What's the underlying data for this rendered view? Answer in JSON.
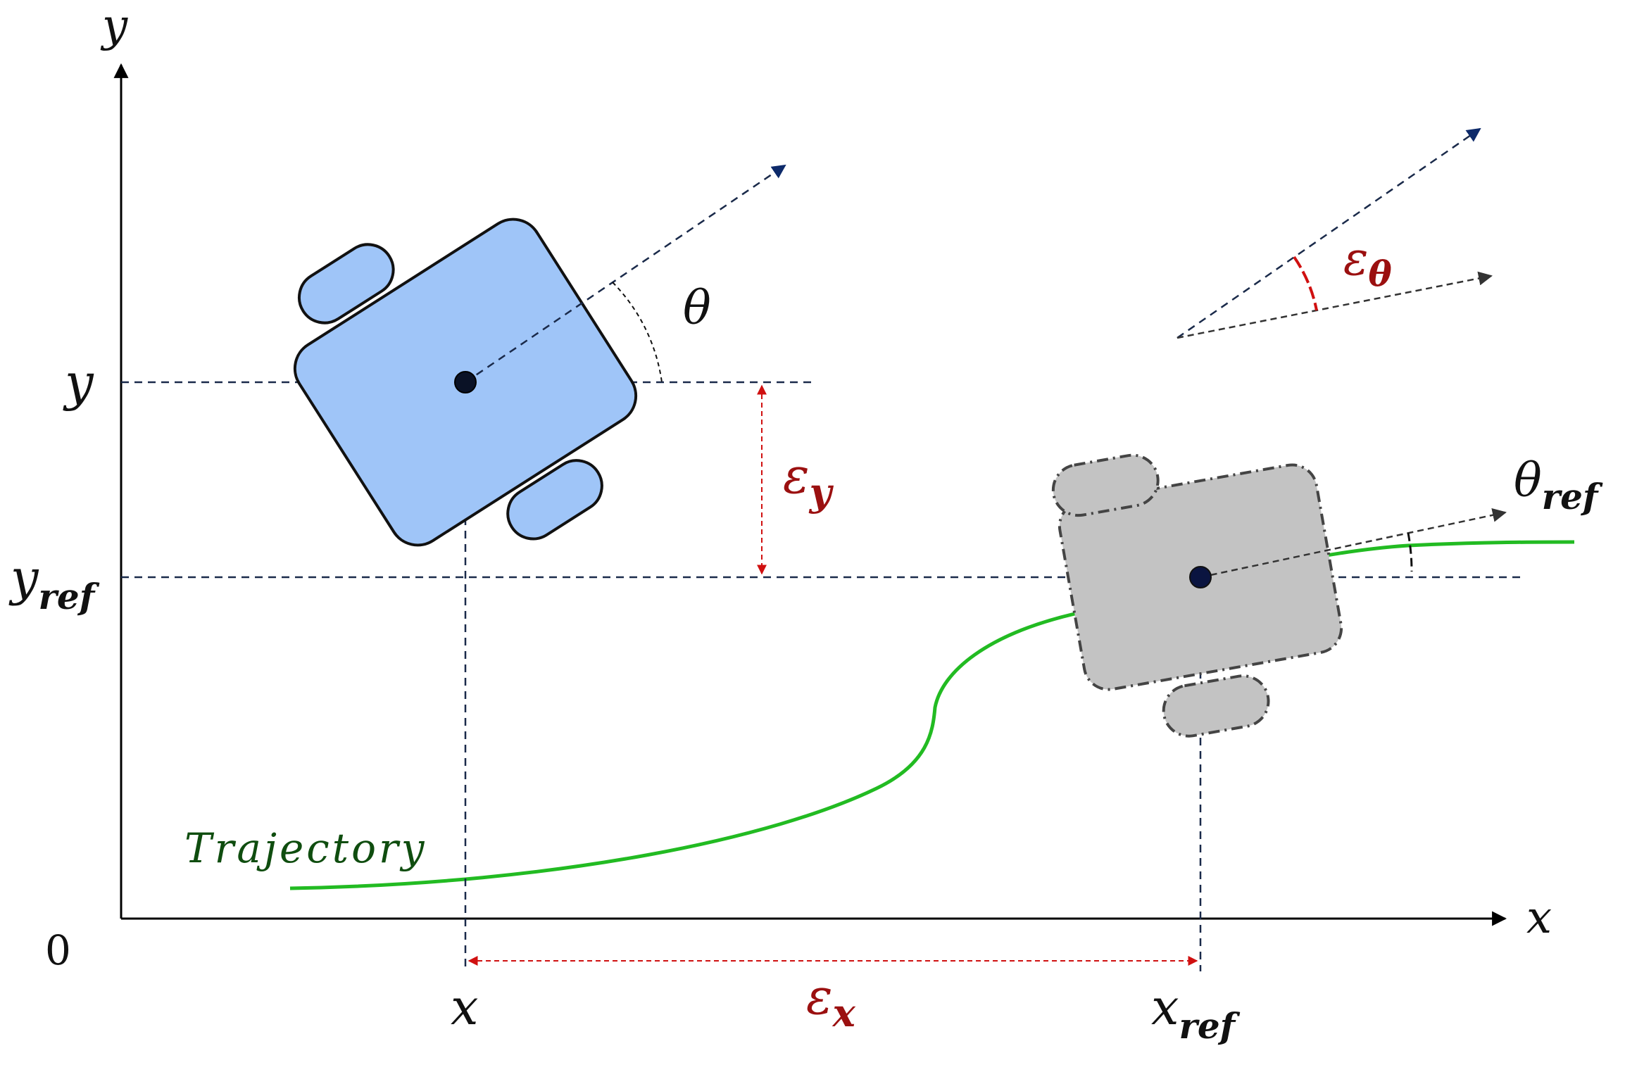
{
  "labels": {
    "axis_y": "y",
    "axis_x": "x",
    "origin": "0",
    "y_robot": "y",
    "y_ref_base": "y",
    "y_ref_sub": "ref",
    "x_robot": "x",
    "x_ref_base": "x",
    "x_ref_sub": "ref",
    "theta": "θ",
    "theta_ref_base": "θ",
    "theta_ref_sub": "ref",
    "eps_x_base": "ε",
    "eps_x_sub": "x",
    "eps_y_base": "ε",
    "eps_y_sub": "y",
    "eps_theta_base": "ε",
    "eps_theta_sub": "θ",
    "trajectory": "Trajectory"
  },
  "colors": {
    "axis": "#000000",
    "dashed": "#1a2a4a",
    "error": "#d01010",
    "error_text": "#9b1010",
    "trajectory": "#22bb22",
    "trajectory_text": "#0f4d0f",
    "robot_fill": "#9fc5f8",
    "robot_stroke": "#111111",
    "ref_fill": "#c3c3c3",
    "ref_stroke": "#444444",
    "heading_arrow": "#0d2a6a",
    "ref_arrow": "#333333"
  }
}
